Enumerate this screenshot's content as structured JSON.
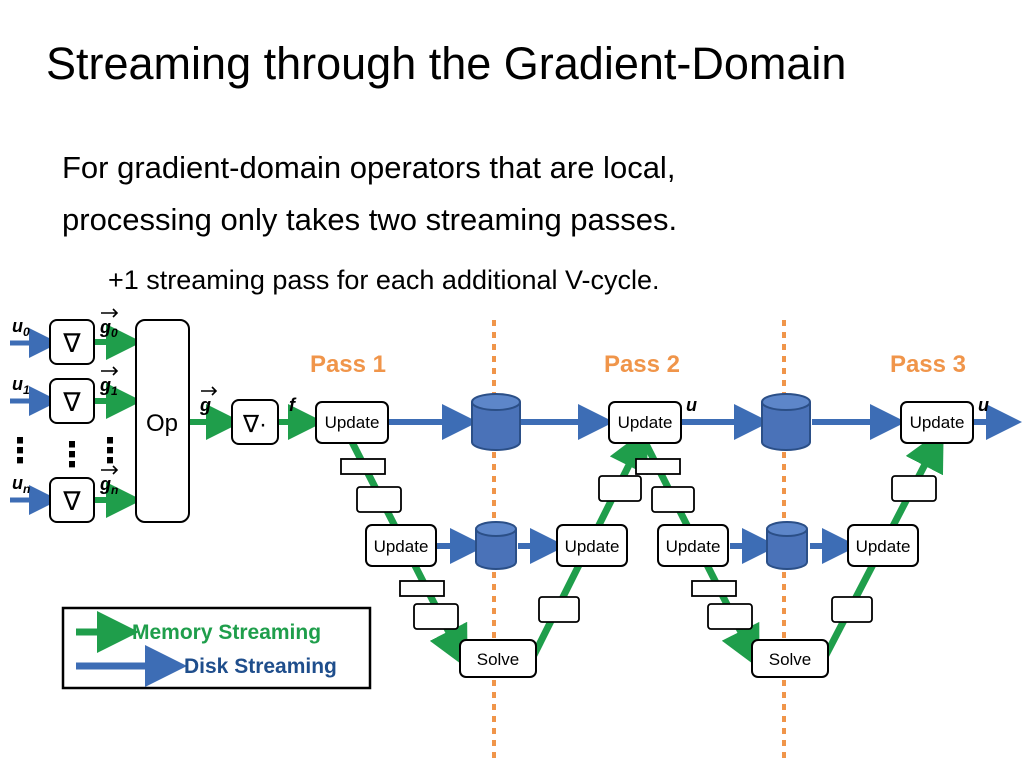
{
  "slide": {
    "title": "Streaming through the Gradient-Domain",
    "bullet_line1": "For gradient-domain operators that are local,",
    "bullet_line2": "processing only takes two streaming passes.",
    "sub_bullet": "+1 streaming pass for each additional V-cycle."
  },
  "diagram": {
    "inputs": {
      "u0": "u",
      "u0_sub": "0",
      "u1": "u",
      "u1_sub": "1",
      "un": "u",
      "un_sub": "n",
      "g0": "g",
      "g0_sub": "0",
      "g1": "g",
      "g1_sub": "1",
      "gn": "g",
      "gn_sub": "n",
      "grad_symbol": "∇",
      "ellipsis": "⋮"
    },
    "op_label": "Op",
    "g_label": "g",
    "div_label": "∇·",
    "f_label": "f",
    "u_out1": "u",
    "u_out2": "u",
    "passes": [
      "Pass 1",
      "Pass 2",
      "Pass 3"
    ],
    "update_label": "Update",
    "solve_label": "Solve",
    "legend": {
      "memory": "Memory Streaming",
      "disk": "Disk Streaming"
    },
    "colors": {
      "memory_green": "#1f9e4b",
      "disk_blue": "#3d6db5",
      "pass_orange": "#f0954a",
      "cylinder_blue": "#4a72b8"
    }
  }
}
